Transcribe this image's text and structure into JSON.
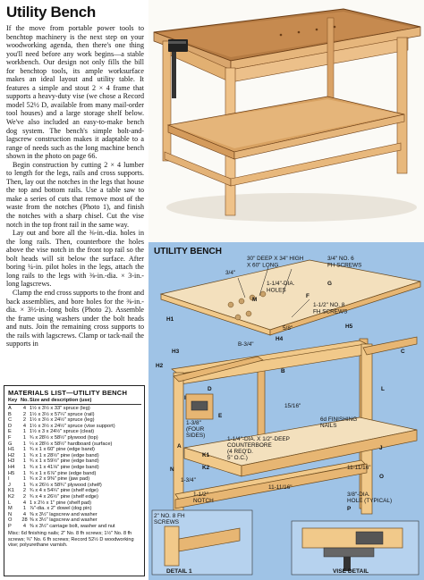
{
  "article": {
    "title": "Utility Bench",
    "paragraphs": [
      "If the move from portable power tools to benchtop machinery is the next step on your woodworking agenda, then there's one thing you'll need before any work begins—a stable workbench. Our design not only fills the bill for benchtop tools, its ample worksurface makes an ideal layout and utility table. It features a simple and stout 2 × 4 frame that supports a heavy-duty vise (we chose a Record model 52½ D, available from many mail-order tool houses) and a large storage shelf below. We've also included an easy-to-make bench dog system. The bench's simple bolt-and-lagscrew construction makes it adaptable to a range of needs such as the long machine bench shown in the photo on page 66.",
      "Begin construction by cutting 2 × 4 lumber to length for the legs, rails and cross supports. Then, lay out the notches in the legs that house the top and bottom rails. Use a table saw to make a series of cuts that remove most of the waste from the notches (Photo 1), and finish the notches with a sharp chisel. Cut the vise notch in the top front rail in the same way.",
      "Lay out and bore all the ⅜-in.-dia. holes in the long rails. Then, counterbore the holes above the vise notch in the front top rail so the bolt heads will sit below the surface. After boring ¼-in. pilot holes in the legs, attach the long rails to the legs with ⅜-in.-dia. × 3-in.-long lagscrews.",
      "Clamp the end cross supports to the front and back assemblies, and bore holes for the ⅜-in.-dia. × 3½-in.-long bolts (Photo 2). Assemble the frame using washers under the bolt heads and nuts. Join the remaining cross supports to the rails with lagscrews. Clamp or tack-nail the supports in"
    ]
  },
  "materials": {
    "title": "MATERIALS LIST—UTILITY BENCH",
    "headers": {
      "key": "Key",
      "no": "No.",
      "size": "Size and description (use)"
    },
    "rows": [
      {
        "key": "A",
        "no": "4",
        "size": "1½ x 3½ x 33\" spruce (leg)"
      },
      {
        "key": "B",
        "no": "2",
        "size": "1½ x 3½ x 57¼\" spruce (rail)"
      },
      {
        "key": "C",
        "no": "2",
        "size": "1½ x 3½ x 24½\" spruce (leg)"
      },
      {
        "key": "D",
        "no": "4",
        "size": "1½ x 3½ x 24½\" spruce (vise support)"
      },
      {
        "key": "E",
        "no": "1",
        "size": "1½ x 3 x 24½\" spruce (cleat)"
      },
      {
        "key": "F",
        "no": "1",
        "size": "¾ x 28½ x 58½\" plywood (top)"
      },
      {
        "key": "G",
        "no": "1",
        "size": "¼ x 28½ x 58½\" hardboard (surface)"
      },
      {
        "key": "H1",
        "no": "1",
        "size": "¾ x 1 x 60\" pine (edge band)"
      },
      {
        "key": "H2",
        "no": "1",
        "size": "¾ x 1 x 28½\" pine (edge band)"
      },
      {
        "key": "H3",
        "no": "1",
        "size": "¾ x 1 x 59½\" pine (edge band)"
      },
      {
        "key": "H4",
        "no": "1",
        "size": "¾ x 1 x 41⅛\" pine (edge band)"
      },
      {
        "key": "H5",
        "no": "1",
        "size": "¾ x 1 x 6⅞\" pine (edge band)"
      },
      {
        "key": "I",
        "no": "1",
        "size": "¾ x 2 x 9⅜\" pine (jaw pad)"
      },
      {
        "key": "J",
        "no": "1",
        "size": "¾ x 26½ x 58¾\" plywood (shelf)"
      },
      {
        "key": "K1",
        "no": "2",
        "size": "¾ x 4 x 54¼\" pine (shelf edge)"
      },
      {
        "key": "K2",
        "no": "2",
        "size": "¾ x 4 x 26½\" pine (shelf edge)"
      },
      {
        "key": "L",
        "no": "4",
        "size": "1 x 2½ x 1\" pine (shelf pad)"
      },
      {
        "key": "M",
        "no": "1",
        "size": "⅞\"-dia. x 2\" dowel (dog pin)"
      },
      {
        "key": "N",
        "no": "4",
        "size": "⅜ x 3½\" lagscrew and washer"
      },
      {
        "key": "O",
        "no": "28",
        "size": "⅜ x 3½\" lagscrew and washer"
      },
      {
        "key": "P",
        "no": "4",
        "size": "⅜ x 3½\" carriage bolt, washer and nut"
      }
    ],
    "misc": "Misc: 6d finishing nails; 2\" No. 8 fh screws; 1½\" No. 8 fh screws; ¾\" No. 6 fh screws; Record 52½ D woodworking vise; polyurethane varnish."
  },
  "diagram": {
    "title": "UTILITY BENCH",
    "labels": {
      "top_size": "30\" DEEP X 34\" HIGH\nX 60\" LONG",
      "screws_top": "3/4\" NO. 6\nFH SCREWS",
      "dog_holes": "1-1/4\"-DIA.\nHOLES",
      "screws_mid": "1-1/2\" NO. 8\nFH SCREWS",
      "three_quarter": "3/4\"",
      "b34": "B-3/4\"",
      "five_eighths": "5/8\"",
      "fifteen_sixteenths": "15/16\"",
      "one_three_eighths": "1-3/8\"\n(FOUR\nSIDES)",
      "finishing_nails": "6d FINISHING\nNAILS",
      "counterbore": "1-1/4\"-DIA. X 1/2\"-DEEP\nCOUNTERBORE\n(4 REQ'D.\n5\" O.C.)",
      "eleven_eleven_sixteenths_a": "11-11/16\"",
      "eleven_eleven_sixteenths_b": "11-11/16\"",
      "one_three_quarter": "1-3/4\"",
      "one_one_half_notch": "1-1/2\"\nNOTCH",
      "hole_typ": "3/8\"-DIA.\nHOLE (TYPICAL)",
      "screws_fh": "2\" NO. 8 FH\nSCREWS",
      "detail_1": "DETAIL 1",
      "vise_detail": "VISE DETAIL",
      "part_f": "F",
      "part_g": "G",
      "part_h1": "H1",
      "part_h2": "H2",
      "part_h3": "H3",
      "part_h4": "H4",
      "part_h5": "H5",
      "part_a": "A",
      "part_b": "B",
      "part_c": "C",
      "part_d": "D",
      "part_e": "E",
      "part_i": "I",
      "part_j": "J",
      "part_k1": "K1",
      "part_k2": "K2",
      "part_l": "L",
      "part_m": "M",
      "part_n": "N",
      "part_o": "O",
      "part_p": "P"
    }
  }
}
